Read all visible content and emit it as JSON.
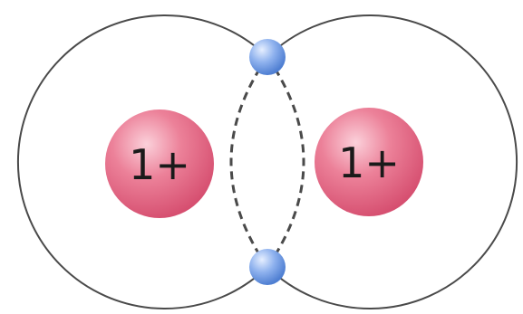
{
  "diagram": {
    "atoms": [
      {
        "charge": "1+"
      },
      {
        "charge": "1+"
      }
    ],
    "electron_count": 2,
    "colors": {
      "nucleus": "#e8708a",
      "nucleus_highlight": "#fbd0da",
      "electron": "#6f9ee6",
      "electron_highlight": "#dbe8ff",
      "shell": "#4a4a4a",
      "bond": "#4a4a4a"
    }
  }
}
